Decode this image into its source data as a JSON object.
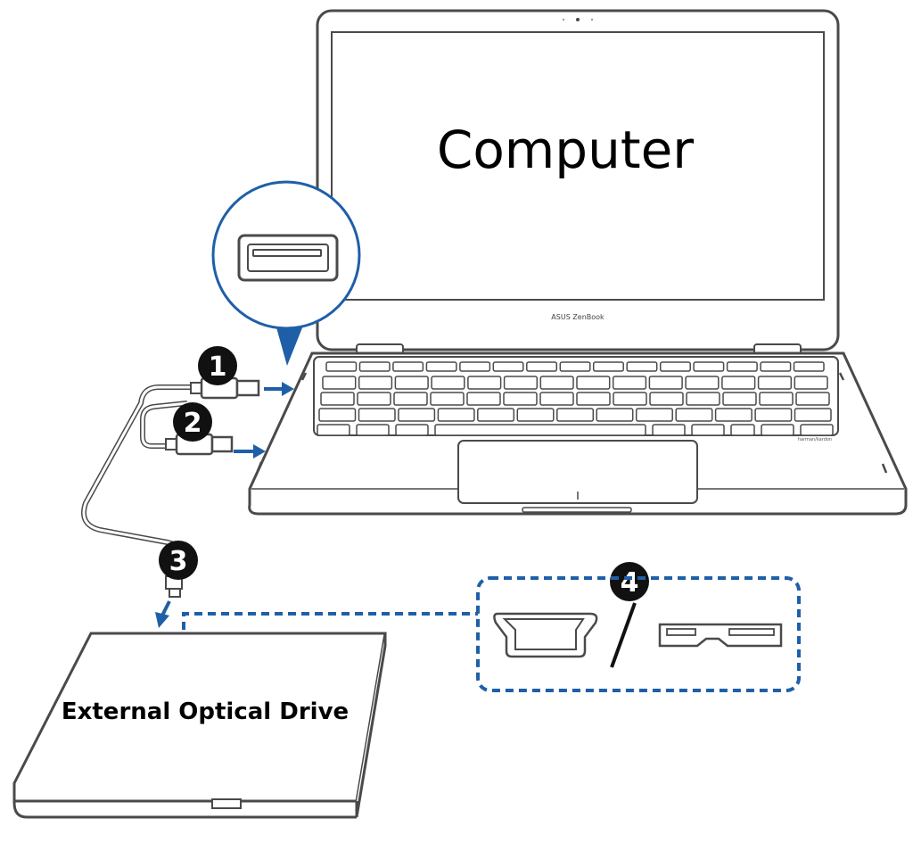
{
  "labels": {
    "computer": "Computer",
    "brand": "ASUS ZenBook",
    "drive": "External Optical Drive"
  },
  "steps": [
    "1",
    "2",
    "3",
    "4"
  ],
  "colors": {
    "accent": "#1f5fa8",
    "outline": "#4a4a4a",
    "badge": "#111111"
  },
  "icons": [
    "usb-type-a-port-icon",
    "micro-usb-icon",
    "micro-usb-3-icon"
  ]
}
